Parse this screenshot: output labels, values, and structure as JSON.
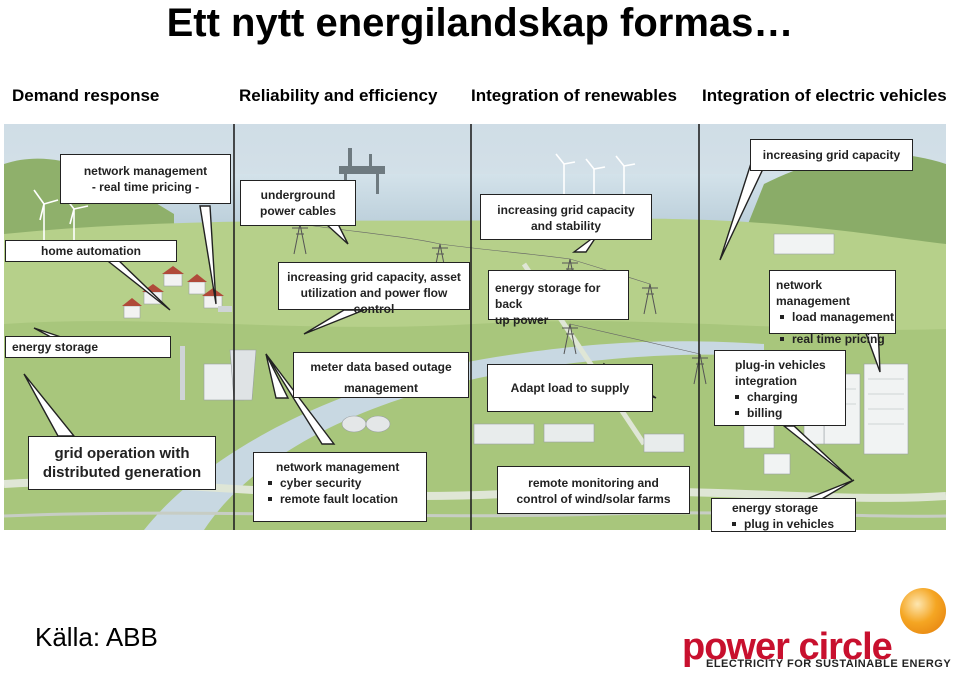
{
  "title": "Ett nytt energilandskap formas…",
  "categories": [
    "Demand response",
    "Reliability and efficiency",
    "Integration of renewables",
    "Integration of electric vehicles"
  ],
  "callouts": {
    "nm_pricing_1": "network management",
    "nm_pricing_2": "- real time pricing -",
    "home_automation": "home automation",
    "energy_storage_left": "energy storage",
    "grid_operation_1": "grid operation with",
    "grid_operation_2": "distributed generation",
    "underground_1": "underground",
    "underground_2": "power cables",
    "flow_control_1": "increasing grid capacity, asset",
    "flow_control_2": "utilization and power flow control",
    "meter_1": "meter data based outage",
    "meter_2": "management",
    "nm_security_title": "network management",
    "nm_security_items": [
      "cyber security",
      "remote fault location"
    ],
    "capacity_stability_1": "increasing grid capacity",
    "capacity_stability_2": "and stability",
    "storage_backup_1": "energy storage for back",
    "storage_backup_2": "up power",
    "adapt_load": "Adapt load to supply",
    "remote_monitoring_1": "remote monitoring and",
    "remote_monitoring_2": "control of wind/solar farms",
    "increasing_capacity_right": "increasing grid capacity",
    "nm_load_title": "network management",
    "nm_load_items": [
      "load management",
      "real time pricing"
    ],
    "plugin_1": "plug-in vehicles",
    "plugin_2": "integration",
    "plugin_items": [
      "charging",
      "billing"
    ],
    "storage_right_title": "energy storage",
    "storage_right_items": [
      "plug in vehicles"
    ]
  },
  "source": "Källa: ABB",
  "logo": {
    "name": "power circle",
    "tagline": "ELECTRICITY FOR SUSTAINABLE ENERGY"
  },
  "colors": {
    "logo_red": "#c8102e",
    "logo_orange": "#f5a623",
    "sky": "#dfeaf0",
    "grass": "#a9c77a",
    "river": "#c9d9e2"
  }
}
